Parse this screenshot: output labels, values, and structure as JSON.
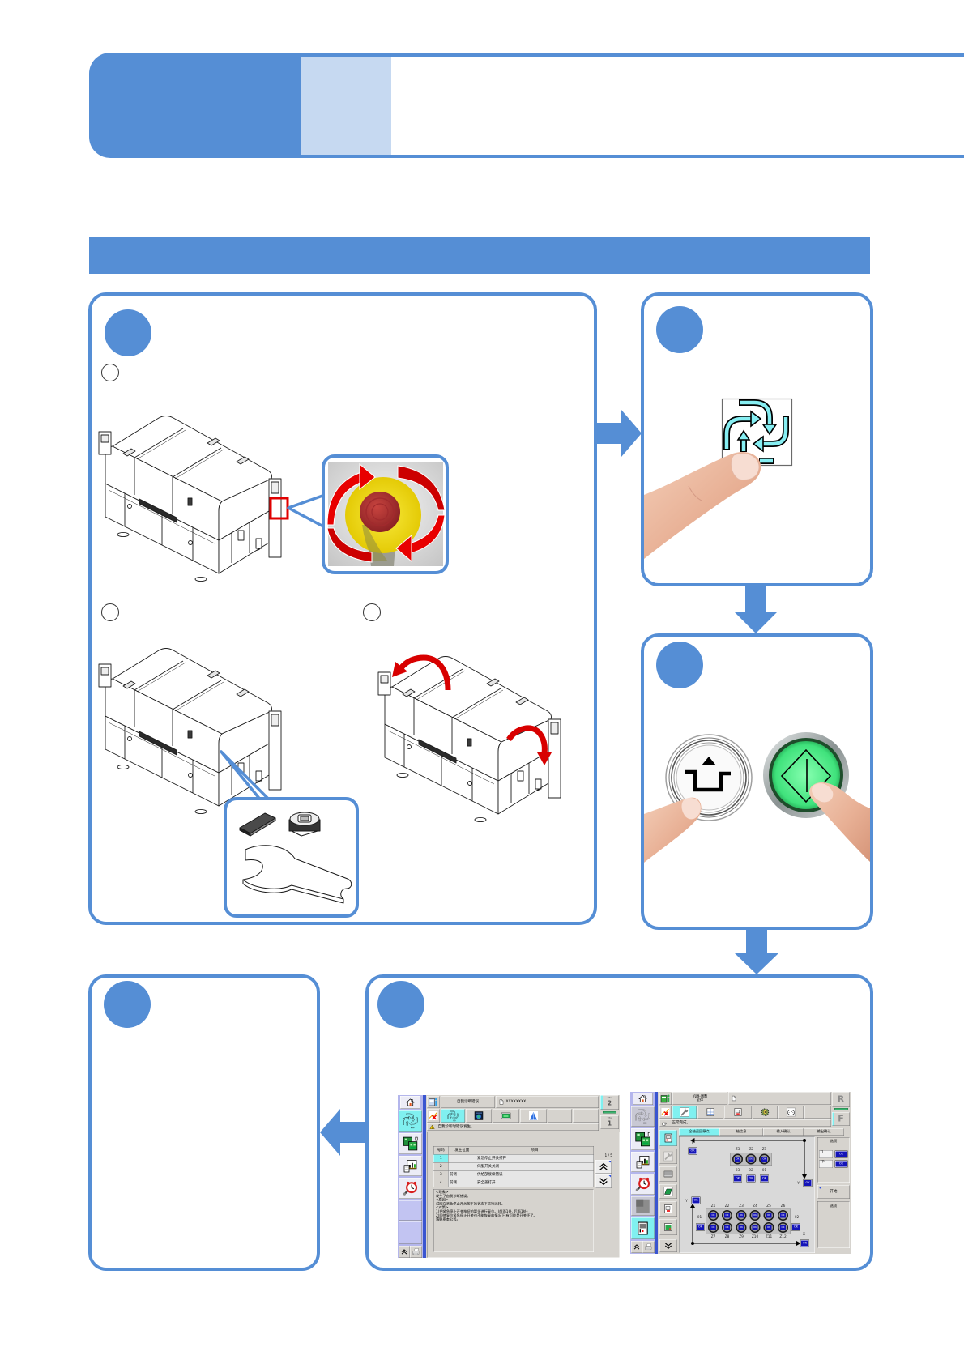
{
  "document": {
    "palette": {
      "accent": "#558ED5",
      "accent_light": "#C6D9F1",
      "callout_highlight": "#E00000",
      "start_button_green": "#3EE27A",
      "screen_active": "#80F0F0",
      "screen_ok_button": "#1414B8"
    },
    "illustrations": {
      "step_1": [
        "machine-overview-drawing",
        "emergency-stop-photo",
        "rotate-release-arrows",
        "spare-tools-drawing",
        "cover-open-drawing"
      ],
      "step_2": [
        "cycle-mode-icon",
        "pointing-finger"
      ],
      "step_3": [
        "reset-button",
        "start-button",
        "pointing-finger"
      ],
      "step_5": [
        "self-diagnosis-error-screen",
        "machine-adjust-screen"
      ]
    }
  },
  "self_diagnosis_screen": {
    "title": "自我诊断错误",
    "file_name": "XXXXXXXX",
    "warning": "自我诊断时错误发生。",
    "table_buttons": [
      {
        "caption": "TBL",
        "number": "2"
      },
      {
        "caption": "TBL",
        "number": "1"
      }
    ],
    "table": {
      "headers": [
        "号码",
        "发生位置",
        "项目"
      ],
      "rows": [
        {
          "no": "1",
          "location": "",
          "item": "紧急停止开关打开",
          "selected": true
        },
        {
          "no": "2",
          "location": "",
          "item": "伺服开关关闭"
        },
        {
          "no": "3",
          "location": "前侧",
          "item": "供给部接续错误"
        },
        {
          "no": "4",
          "location": "前侧",
          "item": "安全盖打开"
        }
      ]
    },
    "pager": "1 / 5",
    "details": [
      "<现象>",
      "发生了自我诊断错误。",
      "<原因>",
      "试图在紧急停止开关按下的状态下进行运转。",
      "<对策>",
      "1)把紧急停止开关按钮的箭头进行复位。(前面1处, 后面1处)",
      "2)即使复位紧急停止开关也不能恢复的情况下,有可能是开关坏了。",
      "请联系本公司。"
    ]
  },
  "machine_adjust_screen": {
    "title_lines": [
      "机器-调整",
      "全体"
    ],
    "status": "正常完成。",
    "side_buttons": {
      "rear": "R",
      "front": "F"
    },
    "tabs": [
      {
        "label": "全轴返回原点",
        "active": true
      },
      {
        "label": "轴信息"
      },
      {
        "label": "输入确认"
      },
      {
        "label": "输出确认"
      }
    ],
    "axes": {
      "x": "X",
      "y": "Y"
    },
    "ok_label": "OK",
    "upper_heads": {
      "nozzles": [
        "Z3",
        "Z2",
        "Z1"
      ],
      "thetas": [
        "θ3",
        "θ2",
        "θ1"
      ]
    },
    "lower_heads": {
      "row1": [
        "Z1",
        "Z2",
        "Z3",
        "Z4",
        "Z5",
        "Z6"
      ],
      "row2": [
        "Z7",
        "Z8",
        "Z9",
        "Z10",
        "Z11",
        "Z12"
      ],
      "theta_left": "θ1",
      "theta_right": "θ2"
    },
    "options_panel": {
      "title": "选项",
      "rows": [
        {
          "label": "TL",
          "value": "OK"
        },
        {
          "label": "TP",
          "value": "OK"
        }
      ]
    },
    "start_button": "开始",
    "options_panel_2": {
      "title": "选项"
    }
  }
}
